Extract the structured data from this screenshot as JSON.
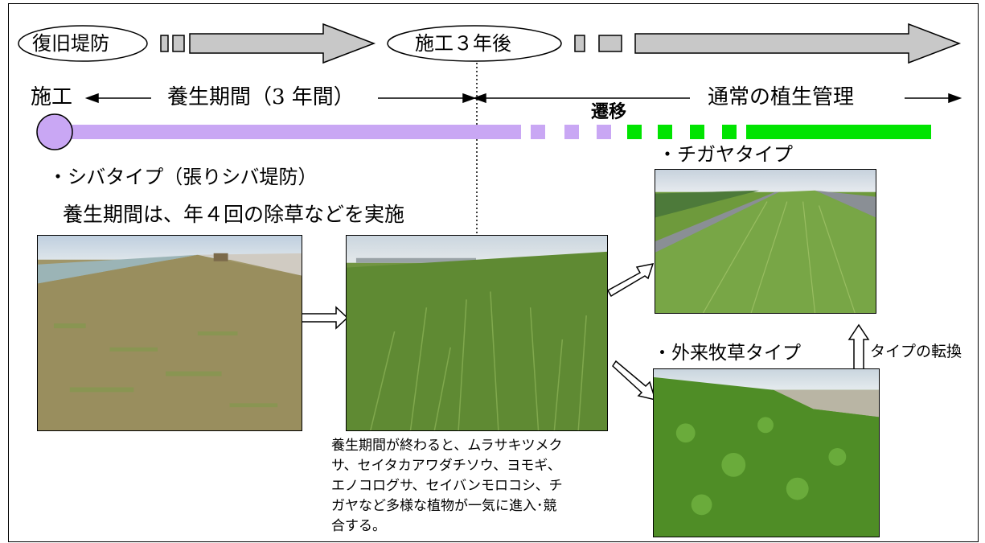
{
  "timeline": {
    "start_label": "復旧堤防",
    "mid_label": "施工３年後",
    "construction_label": "施工",
    "curing_label": "養生期間（3 年間）",
    "normal_label": "通常の植生管理",
    "transition_label": "遷移"
  },
  "types": {
    "shiba": "・シバタイプ（張りシバ堤防）",
    "chigaya": "・チガヤタイプ",
    "gairai": "・外来牧草タイプ",
    "conversion": "タイプの転換"
  },
  "notes": {
    "curing_note": "養生期間は、年４回の除草などを実施",
    "caption_lines": [
      "養生期間が終わると、ムラサキツメク",
      "サ、セイタカアワダチソウ、ヨモギ、",
      "エノコログサ、セイバンモロコシ、チ",
      "ガヤなど多様な植物が一気に進入･競",
      "合する。"
    ]
  },
  "colors": {
    "purple": "#c9a7f4",
    "green": "#00e400",
    "arrow_gray": "#c8c8c8"
  }
}
